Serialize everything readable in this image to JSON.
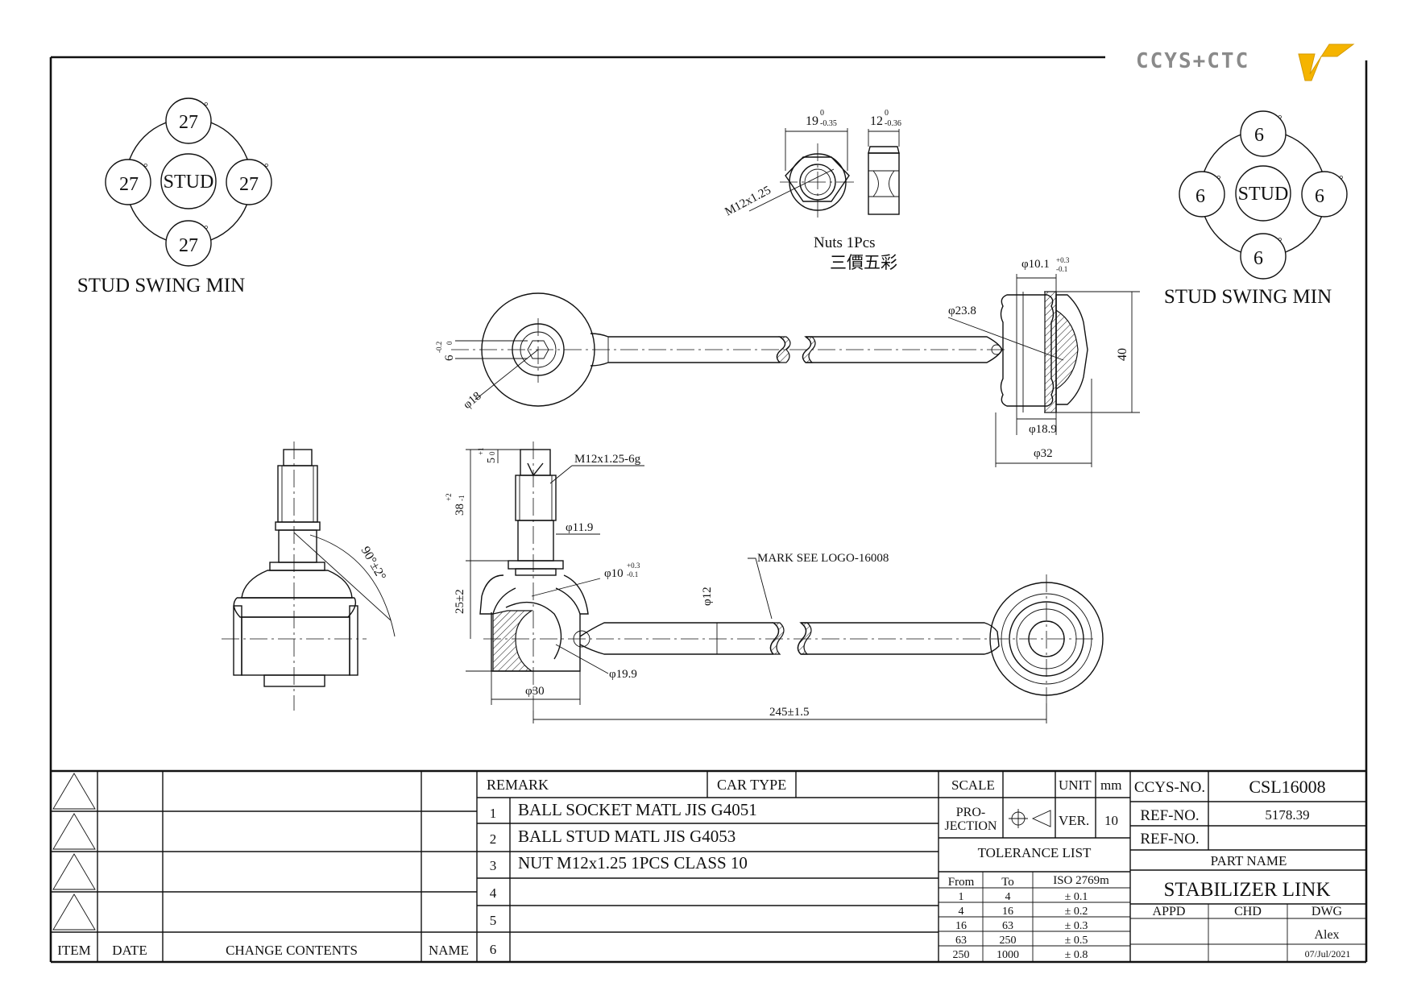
{
  "logo": {
    "text": "CCYS+CTC"
  },
  "swing_left": {
    "center": "STUD",
    "top": "27",
    "left": "27",
    "right": "27",
    "bottom": "27",
    "degree_mark": "°",
    "caption": "STUD SWING MIN"
  },
  "swing_right": {
    "center": "STUD",
    "top": "6",
    "left": "6",
    "right": "6",
    "bottom": "6",
    "degree_mark": "°",
    "caption": "STUD SWING MIN"
  },
  "nut": {
    "across_flats": "19",
    "across_flats_upper": "0",
    "across_flats_lower": "-0.35",
    "height": "12",
    "height_upper": "0",
    "height_lower": "-0.36",
    "thread": "M12x1.25",
    "label": "Nuts 1Pcs",
    "label_cn": "三價五彩"
  },
  "top_view": {
    "dim_hex": "6",
    "dim_hex_upper": "-0.2",
    "dim_hex_lower": "0",
    "dim_dia18": "φ18",
    "dim_dia10": "φ10.1",
    "dim_dia10_upper": "+0.3",
    "dim_dia10_lower": "-0.1",
    "dim_dia23": "φ23.8",
    "dim_40": "40",
    "dim_dia18_9": "φ18.9",
    "dim_dia32": "φ32"
  },
  "side_view": {
    "angle": "90°±2°",
    "dim_5": "5",
    "dim_5_upper": "+1",
    "dim_5_lower": "0",
    "thread": "M12x1.25-6g",
    "dim_38": "38",
    "dim_38_upper": "+2",
    "dim_38_lower": "-1",
    "dim_11_9": "φ11.9",
    "dim_10": "φ10",
    "dim_10_upper": "+0.3",
    "dim_10_lower": "-0.1",
    "mark": "MARK SEE LOGO-16008",
    "dim_12": "φ12",
    "dim_25": "25±2",
    "dim_19_9": "φ19.9",
    "dim_30": "φ30",
    "dim_245": "245±1.5"
  },
  "revision_table": {
    "headers": [
      "ITEM",
      "DATE",
      "CHANGE CONTENTS",
      "NAME"
    ]
  },
  "remarks": {
    "header": "REMARK",
    "car_type": "CAR TYPE",
    "items": [
      {
        "no": "1",
        "text": "BALL SOCKET MATL JIS G4051"
      },
      {
        "no": "2",
        "text": "BALL STUD MATL JIS G4053"
      },
      {
        "no": "3",
        "text": "NUT M12x1.25 1PCS CLASS 10"
      },
      {
        "no": "4",
        "text": ""
      },
      {
        "no": "5",
        "text": ""
      },
      {
        "no": "6",
        "text": ""
      }
    ]
  },
  "title_block": {
    "scale_label": "SCALE",
    "unit_label": "UNIT",
    "unit_value": "mm",
    "projection_label_1": "PRO-",
    "projection_label_2": "JECTION",
    "ver_label": "VER.",
    "ver_value": "10",
    "tolerance_title": "TOLERANCE LIST",
    "tol_headers": [
      "From",
      "To",
      "ISO 2769m"
    ],
    "tol_rows": [
      [
        "1",
        "4",
        "± 0.1"
      ],
      [
        "4",
        "16",
        "± 0.2"
      ],
      [
        "16",
        "63",
        "± 0.3"
      ],
      [
        "63",
        "250",
        "± 0.5"
      ],
      [
        "250",
        "1000",
        "± 0.8"
      ]
    ],
    "ccys_no_label": "CCYS-NO.",
    "ccys_no_value": "CSL16008",
    "ref_no_label_1": "REF-NO.",
    "ref_no_value_1": "5178.39",
    "ref_no_label_2": "REF-NO.",
    "ref_no_value_2": "",
    "part_name_label": "PART NAME",
    "part_name_value": "STABILIZER LINK",
    "appd_label": "APPD",
    "chd_label": "CHD",
    "dwg_label": "DWG",
    "dwg_name": "Alex",
    "dwg_date": "07/Jul/2021"
  }
}
